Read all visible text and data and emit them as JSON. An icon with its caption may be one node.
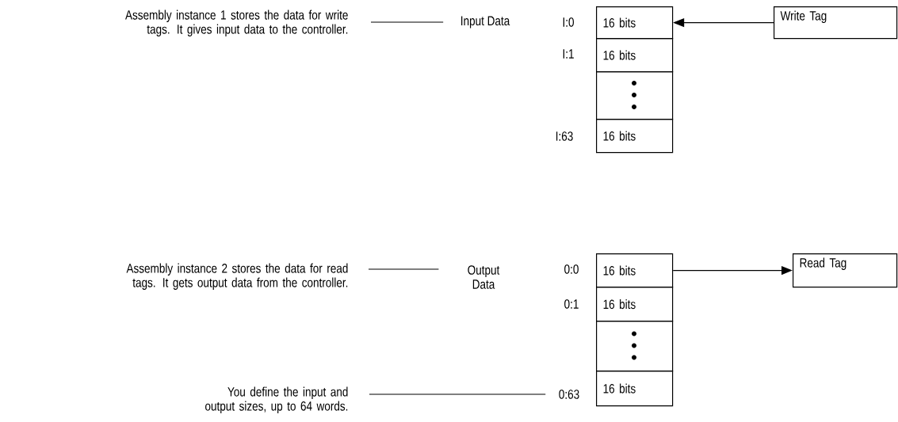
{
  "diagram": {
    "nodes": [
      {
        "text": [
          "Assembly instance 1 stores the data for write tags. It gives input data to the controller."
        ]
      },
      {
        "text": [
          "Input Data"
        ]
      },
      {
        "text": [
          "16 bits"
        ]
      },
      {
        "text": [
          "16 bits"
        ]
      },
      {
        "text": [],
        "shape": "box"
      },
      {
        "text": [
          "16 bits"
        ]
      },
      {
        "text": [
          "Write Tag"
        ]
      },
      {
        "text": [
          "Assembly instance 2 stores the data for read tags. It gets output data from the controller."
        ]
      },
      {
        "text": [
          "Output Data"
        ]
      },
      {
        "text": [
          "16 bits"
        ]
      },
      {
        "text": [
          "16 bits"
        ]
      },
      {
        "text": [],
        "shape": "box"
      },
      {
        "text": [
          "16 bits"
        ]
      },
      {
        "text": [
          "Read Tag"
        ]
      },
      {
        "text": [
          "You define the input and output sizes, up to 64 words."
        ]
      },
      {
        "text": [
          "0:63"
        ]
      }
    ],
    "edges": [
      {
        "from": 0,
        "to": 1,
        "arrow": "none"
      },
      {
        "from": 6,
        "to": 2,
        "arrow": "to"
      },
      {
        "from": 7,
        "to": 8,
        "arrow": "none"
      },
      {
        "from": 9,
        "to": 13,
        "arrow": "to"
      },
      {
        "from": 14,
        "to": 15,
        "arrow": "none"
      }
    ],
    "labels": [
      "I:0",
      "I:1",
      "I:63",
      "0:0",
      "0:1"
    ]
  }
}
